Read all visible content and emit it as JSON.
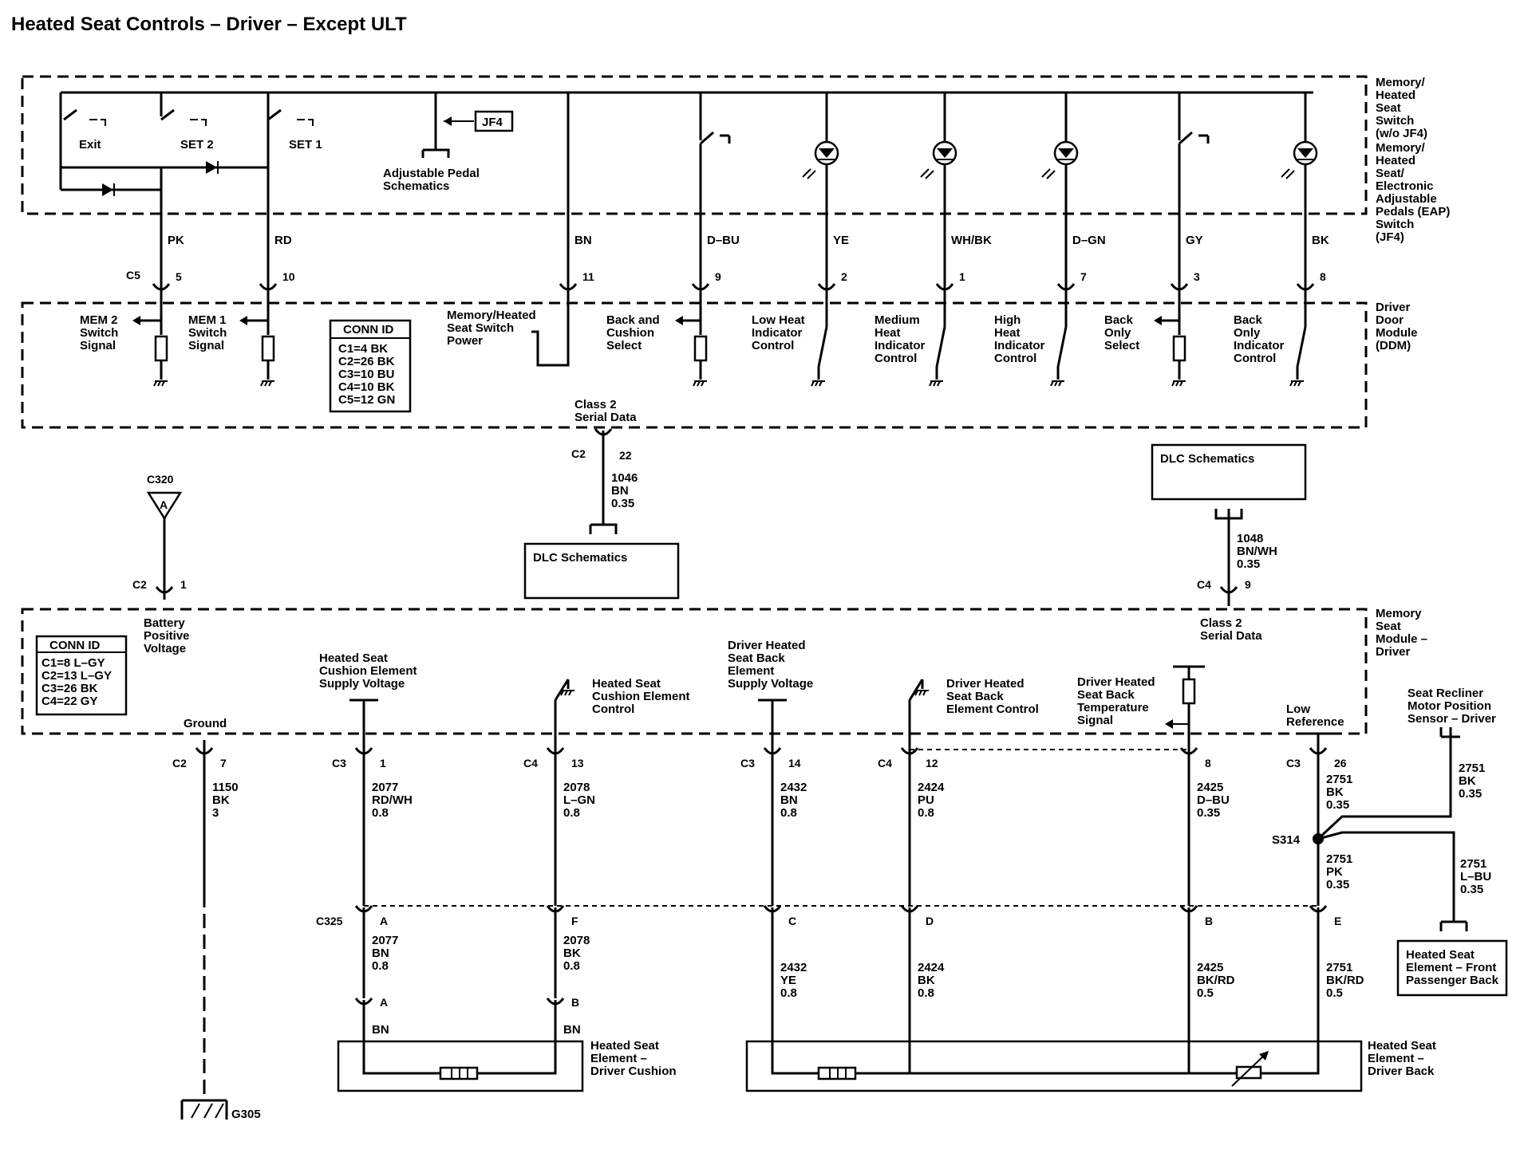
{
  "title": "Heated Seat Controls – Driver – Except ULT",
  "modules": {
    "switch": [
      "Memory/",
      "Heated",
      "Seat",
      "Switch",
      "(w/o JF4)",
      "Memory/",
      "Heated",
      "Seat/",
      "Electronic",
      "Adjustable",
      "Pedals (EAP)",
      "Switch",
      "(JF4)"
    ],
    "ddm": [
      "Driver",
      "Door",
      "Module",
      "(DDM)"
    ],
    "msm": [
      "Memory",
      "Seat",
      "Module –",
      "Driver"
    ]
  },
  "switches": {
    "exit": "Exit",
    "set2": "SET 2",
    "set1": "SET 1",
    "jf4": "JF4",
    "pedal": [
      "Adjustable Pedal",
      "Schematics"
    ]
  },
  "upper_wires": [
    {
      "color": "PK",
      "pin": "5"
    },
    {
      "color": "RD",
      "pin": "10"
    },
    {
      "color": "BN",
      "pin": "11"
    },
    {
      "color": "D–BU",
      "pin": "9"
    },
    {
      "color": "YE",
      "pin": "2"
    },
    {
      "color": "WH/BK",
      "pin": "1"
    },
    {
      "color": "D–GN",
      "pin": "7"
    },
    {
      "color": "GY",
      "pin": "3"
    },
    {
      "color": "BK",
      "pin": "8"
    }
  ],
  "c5_label": "C5",
  "ddm_labels": {
    "mem2": [
      "MEM 2",
      "Switch",
      "Signal"
    ],
    "mem1": [
      "MEM 1",
      "Switch",
      "Signal"
    ],
    "power": [
      "Memory/Heated",
      "Seat Switch",
      "Power"
    ],
    "back_cushion": [
      "Back and",
      "Cushion",
      "Select"
    ],
    "low": [
      "Low Heat",
      "Indicator",
      "Control"
    ],
    "medium": [
      "Medium",
      "Heat",
      "Indicator",
      "Control"
    ],
    "high": [
      "High",
      "Heat",
      "Indicator",
      "Control"
    ],
    "back_only": [
      "Back",
      "Only",
      "Select"
    ],
    "back_only_ind": [
      "Back",
      "Only",
      "Indicator",
      "Control"
    ]
  },
  "conn_id_ddm": {
    "header": "CONN ID",
    "rows": [
      "C1=4 BK",
      "C2=26 BK",
      "C3=10 BU",
      "C4=10 BK",
      "C5=12 GN"
    ]
  },
  "conn_id_msm": {
    "header": "CONN ID",
    "rows": [
      "C1=8 L–GY",
      "C2=13 L–GY",
      "C3=26 BK",
      "C4=22 GY"
    ]
  },
  "class2_top": {
    "label": [
      "Class 2",
      "Serial Data"
    ],
    "conn": "C2",
    "pin": "22",
    "wire": [
      "1046",
      "BN",
      "0.35"
    ]
  },
  "dlc_left": "DLC Schematics",
  "dlc_right": "DLC Schematics",
  "class2_right": {
    "wire": [
      "1048",
      "BN/WH",
      "0.35"
    ],
    "conn": "C4",
    "pin": "9",
    "label": [
      "Class 2",
      "Serial Data"
    ]
  },
  "c320": {
    "label": "C320",
    "letter": "A",
    "conn": "C2",
    "pin": "1",
    "label2": [
      "Battery",
      "Positive",
      "Voltage"
    ]
  },
  "msm_labels": {
    "cushion_supply": [
      "Heated Seat",
      "Cushion Element",
      "Supply Voltage"
    ],
    "cushion_control": [
      "Heated Seat",
      "Cushion Element",
      "Control"
    ],
    "back_supply": [
      "Driver Heated",
      "Seat Back",
      "Element",
      "Supply Voltage"
    ],
    "back_control": [
      "Driver Heated",
      "Seat Back",
      "Element Control"
    ],
    "temp": [
      "Driver Heated",
      "Seat Back",
      "Temperature",
      "Signal"
    ],
    "low_ref": [
      "Low",
      "Reference"
    ],
    "ground": "Ground"
  },
  "lower_circuits": [
    {
      "conn": "C2",
      "pin": "7",
      "wire": [
        "1150",
        "BK",
        "3"
      ]
    },
    {
      "conn": "C3",
      "pin": "1",
      "wire": [
        "2077",
        "RD/WH",
        "0.8"
      ],
      "c325": "A",
      "wire2": [
        "2077",
        "BN",
        "0.8"
      ],
      "end": "A",
      "color": "BN"
    },
    {
      "conn": "C4",
      "pin": "13",
      "wire": [
        "2078",
        "L–GN",
        "0.8"
      ],
      "c325": "F",
      "wire2": [
        "2078",
        "BK",
        "0.8"
      ],
      "end": "B",
      "color": "BN"
    },
    {
      "conn": "C3",
      "pin": "14",
      "wire": [
        "2432",
        "BN",
        "0.8"
      ],
      "c325": "C",
      "wire2": [
        "2432",
        "YE",
        "0.8"
      ]
    },
    {
      "conn": "C4",
      "pin": "12",
      "wire": [
        "2424",
        "PU",
        "0.8"
      ],
      "c325": "D",
      "wire2": [
        "2424",
        "BK",
        "0.8"
      ]
    },
    {
      "pin": "8",
      "wire": [
        "2425",
        "D–BU",
        "0.35"
      ],
      "c325": "B",
      "wire2": [
        "2425",
        "BK/RD",
        "0.5"
      ]
    },
    {
      "conn": "C3",
      "pin": "26",
      "wire": [
        "2751",
        "BK",
        "0.35"
      ],
      "c325": "E",
      "wire2": [
        "2751",
        "BK/RD",
        "0.5"
      ]
    }
  ],
  "c325_label": "C325",
  "s314": {
    "label": "S314",
    "wire_pk": [
      "2751",
      "PK",
      "0.35"
    ],
    "wire_bk": [
      "2751",
      "BK",
      "0.35"
    ],
    "wire_lbu": [
      "2751",
      "L–BU",
      "0.35"
    ]
  },
  "recliner": [
    "Seat Recliner",
    "Motor Position",
    "Sensor – Driver"
  ],
  "passenger": [
    "Heated Seat",
    "Element – Front",
    "Passenger Back"
  ],
  "cushion_element": [
    "Heated Seat",
    "Element –",
    "Driver Cushion"
  ],
  "back_element": [
    "Heated Seat",
    "Element –",
    "Driver Back"
  ],
  "g305": "G305"
}
